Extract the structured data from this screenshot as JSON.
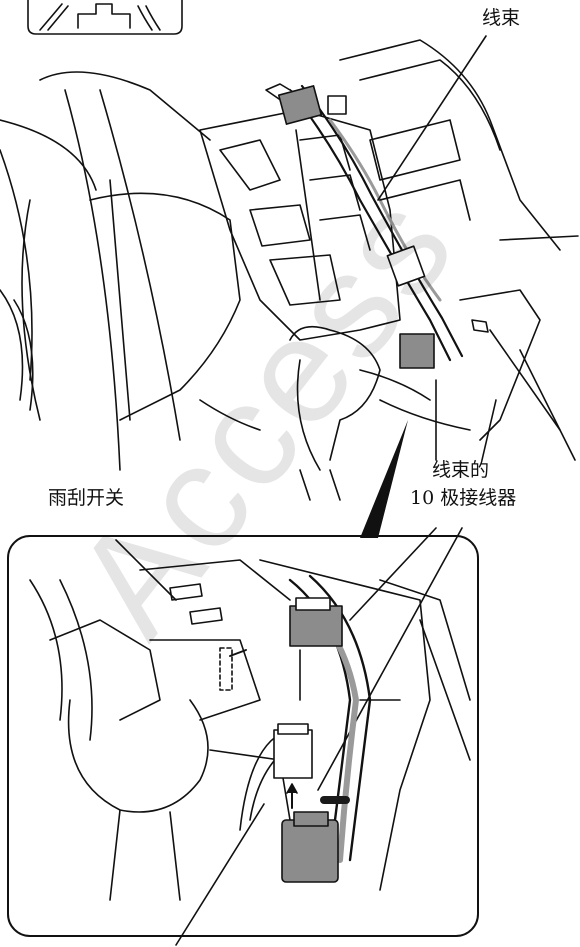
{
  "labels": {
    "harness": "线束",
    "harness_connector_line1": "线束的",
    "harness_connector_line2": "10 极接线器",
    "wiper_switch": "雨刮开关"
  },
  "watermark": "Access",
  "colors": {
    "ink": "#111111",
    "wire": "#9a9a9a",
    "connector": "#8c8c8c",
    "band": "#1a1a1a"
  }
}
